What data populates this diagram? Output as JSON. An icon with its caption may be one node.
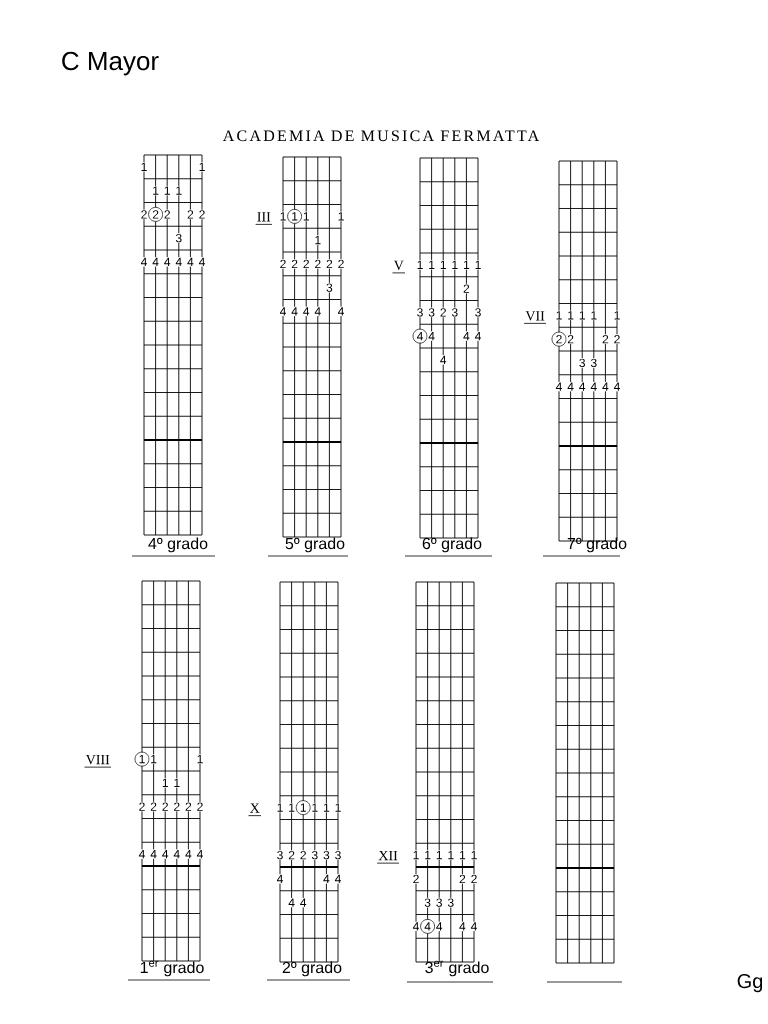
{
  "diagram": {
    "title": "ACADEMIA DE MUSICA FERMATTA",
    "nodes": [
      {
        "text": [
          "1",
          "1",
          "1",
          "1",
          "1",
          "2",
          "2",
          "2",
          "2",
          "2",
          "3",
          "4",
          "4",
          "4",
          "4",
          "4",
          "4"
        ],
        "beside": [
          "4º grado"
        ]
      },
      {
        "text": [
          "1",
          "1",
          "1",
          "1",
          "1",
          "2",
          "2",
          "2",
          "2",
          "2",
          "2",
          "3",
          "4",
          "4",
          "4",
          "4",
          "4"
        ],
        "beside": [
          "III",
          "5º grado"
        ]
      },
      {
        "text": [
          "1",
          "1",
          "1",
          "1",
          "1",
          "1",
          "2",
          "3",
          "3",
          "2",
          "3",
          "3",
          "4",
          "4",
          "4",
          "4",
          "4"
        ],
        "beside": [
          "V",
          "6º grado"
        ]
      },
      {
        "text": [
          "1",
          "1",
          "1",
          "1",
          "1",
          "2",
          "2",
          "2",
          "2",
          "3",
          "3",
          "4",
          "4",
          "4",
          "4",
          "4",
          "4"
        ],
        "beside": [
          "VII",
          "7º grado"
        ]
      },
      {
        "text": [
          "1",
          "1",
          "1",
          "1",
          "1",
          "2",
          "2",
          "2",
          "2",
          "2",
          "2",
          "4",
          "4",
          "4",
          "4",
          "4",
          "4"
        ],
        "beside": [
          "VIII",
          "1$^{er}$ grado"
        ]
      },
      {
        "text": [
          "1",
          "1",
          "1",
          "1",
          "1",
          "1",
          "3",
          "2",
          "2",
          "3",
          "3",
          "3",
          "4",
          "4",
          "4",
          "4",
          "4"
        ],
        "beside": [
          "X",
          "2º grado"
        ]
      },
      {
        "text": [
          "1",
          "1",
          "1",
          "1",
          "1",
          "1",
          "2",
          "2",
          "2",
          "3",
          "3",
          "3",
          "4",
          "4",
          "4",
          "4",
          "4"
        ],
        "beside": [
          "XII",
          "3$^{er}$ grado"
        ]
      },
      {
        "text": [],
        "shape": "grid"
      }
    ],
    "labels": [
      "C Mayor",
      "Gg"
    ]
  }
}
